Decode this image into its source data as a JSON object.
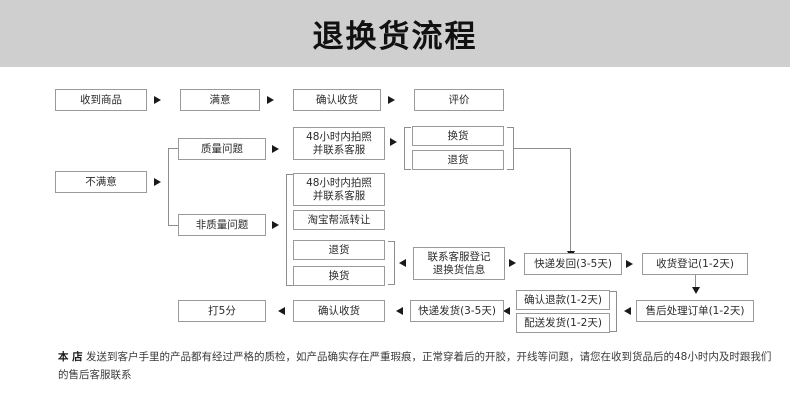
{
  "header": {
    "title": "退换货流程",
    "bg_color": "#cfcfcf"
  },
  "colors": {
    "box_border": "#9a9a9a",
    "connector": "#8d8d8d",
    "arrow": "#1a1a1a",
    "text": "#2b2b2b",
    "page_bg": "#ffffff"
  },
  "flow": {
    "row_satisfied": [
      {
        "id": "received-goods",
        "label": "收到商品"
      },
      {
        "id": "satisfied",
        "label": "满意"
      },
      {
        "id": "confirm-receipt-top",
        "label": "确认收货"
      },
      {
        "id": "rate-review",
        "label": "评价"
      }
    ],
    "unsatisfied": {
      "id": "unsatisfied",
      "label": "不满意"
    },
    "branches": [
      {
        "id": "quality-issue",
        "label": "质量问题"
      },
      {
        "id": "non-quality-issue",
        "label": "非质量问题"
      }
    ],
    "quality_path": {
      "action": {
        "id": "photo-contact-service-quality",
        "label": "48小时内拍照\n并联系客服"
      },
      "options": [
        {
          "id": "exchange-quality",
          "label": "换货"
        },
        {
          "id": "return-quality",
          "label": "退货"
        }
      ]
    },
    "non_quality_path": {
      "options": [
        {
          "id": "photo-contact-service-nonquality",
          "label": "48小时内拍照\n并联系客服"
        },
        {
          "id": "taobao-group-transfer",
          "label": "淘宝帮派转让"
        },
        {
          "id": "return-nonquality",
          "label": "退货"
        },
        {
          "id": "exchange-nonquality",
          "label": "换货"
        }
      ]
    },
    "service_chain": [
      {
        "id": "contact-service-register",
        "label": "联系客服登记\n退换货信息"
      },
      {
        "id": "courier-send-back",
        "label": "快递发回(3-5天)"
      },
      {
        "id": "receipt-register",
        "label": "收货登记(1-2天)"
      },
      {
        "id": "aftersales-process-order",
        "label": "售后处理订单(1-2天)"
      }
    ],
    "settlement_options": [
      {
        "id": "confirm-refund",
        "label": "确认退款(1-2天)"
      },
      {
        "id": "delivery-ship",
        "label": "配送发货(1-2天)"
      }
    ],
    "return_chain": [
      {
        "id": "courier-ship-out",
        "label": "快递发货(3-5天)"
      },
      {
        "id": "confirm-receipt-bottom",
        "label": "确认收货"
      },
      {
        "id": "rate-five-points",
        "label": "打5分"
      }
    ]
  },
  "footer": {
    "strong": "本 店",
    "text": "发送到客户手里的产品都有经过严格的质检，如产品确实存在严重瑕痕，正常穿着后的开胶，开线等问题，请您在收到货品后的48小时内及时跟我们的售后客服联系"
  }
}
